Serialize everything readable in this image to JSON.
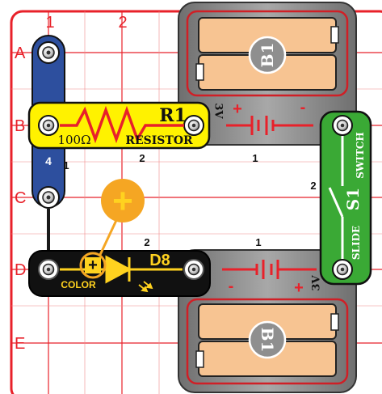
{
  "grid": {
    "columns": [
      "1",
      "2"
    ],
    "rows": [
      "A",
      "B",
      "C",
      "D",
      "E"
    ],
    "color": "#e8212a"
  },
  "battery_top": {
    "label": "B1",
    "voltage": "3V",
    "plus": "+",
    "minus": "-"
  },
  "battery_bottom": {
    "label": "B1",
    "voltage": "3V",
    "plus": "+",
    "minus": "-"
  },
  "resistor": {
    "ref": "R1",
    "value": "100Ω",
    "name": "RESISTOR",
    "pin_left": "2",
    "pin_right": "1"
  },
  "led": {
    "ref": "D8",
    "color_text": "COLOR",
    "polarity": "+",
    "pin_label": "2",
    "color": "#ffd21f"
  },
  "switch": {
    "ref": "S1",
    "left_text": "SLIDE",
    "right_text": "SWITCH",
    "pin_label": "2"
  },
  "lower_left_pin": "1",
  "wire": {
    "label": "4",
    "pin_label": "1"
  },
  "callout": {
    "symbol": "+",
    "color": "#f5a623"
  },
  "colors": {
    "wire_blue": "#2d4f9e",
    "resistor_yellow": "#fff200",
    "switch_green": "#3aa935",
    "holder_gray": "#8c8c8c",
    "cell_orange": "#f7c492"
  }
}
